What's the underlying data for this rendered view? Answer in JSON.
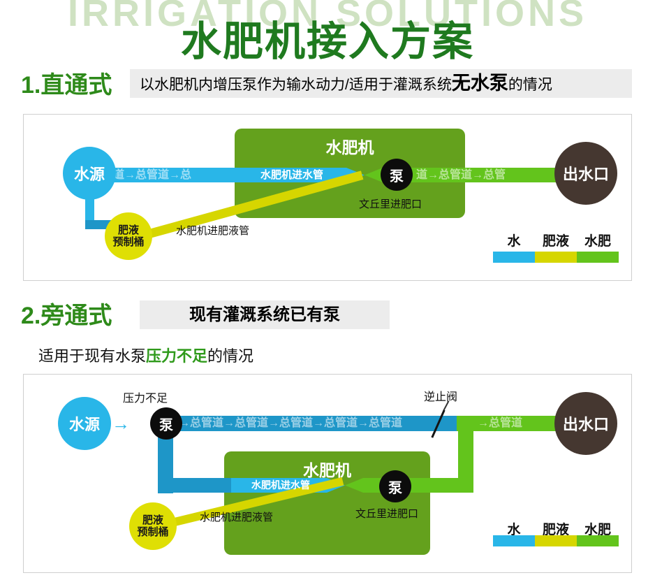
{
  "page": {
    "watermark": "IRRIGATION SOLUTIONS",
    "title": "水肥机接入方案"
  },
  "colors": {
    "water": "#29b6e8",
    "water_dark": "#1e96c8",
    "fertilizer": "#d6d600",
    "water_fertilizer": "#63c41c",
    "machine_box": "#64a11d",
    "outlet": "#453730",
    "pump": "#0c0c0c",
    "title_green": "#1f7a1f",
    "heading_green": "#2e8a1a"
  },
  "section1": {
    "heading": "1.直通式",
    "desc_pre": "以水肥机内增压泵作为输水动力/适用于灌溉系统",
    "desc_bold": "无水泵",
    "desc_post": "的情况"
  },
  "d1": {
    "source": "水源",
    "pipe_in": "管道→总管道→总",
    "machine": "水肥机",
    "inlet": "水肥机进水管",
    "pump": "泵",
    "venturi": "文丘里进肥口",
    "pipe_out": "道→总管道→总管",
    "outlet": "出水口",
    "bucket_line1": "肥液",
    "bucket_line2": "预制桶",
    "fert_pipe": "水肥机进肥液管",
    "legend": {
      "water": "水",
      "fertilizer": "肥液",
      "mix": "水肥"
    }
  },
  "section2": {
    "heading": "2.旁通式",
    "desc": "现有灌溉系统已有泵",
    "sub_pre": "适用于现有水泵",
    "sub_bold": "压力不足",
    "sub_post": "的情况"
  },
  "d2": {
    "source": "水源",
    "arrow": "→",
    "pressure": "压力不足",
    "pump": "泵",
    "main_pipe": "→总管道→总管道→总管道→总管道→总管道",
    "check_valve": "逆止阀",
    "green_pipe": "→总管道",
    "outlet": "出水口",
    "machine": "水肥机",
    "inlet": "水肥机进水管",
    "pump2": "泵",
    "venturi": "文丘里进肥口",
    "bucket_line1": "肥液",
    "bucket_line2": "预制桶",
    "fert_pipe": "水肥机进肥液管",
    "legend": {
      "water": "水",
      "fertilizer": "肥液",
      "mix": "水肥"
    }
  }
}
